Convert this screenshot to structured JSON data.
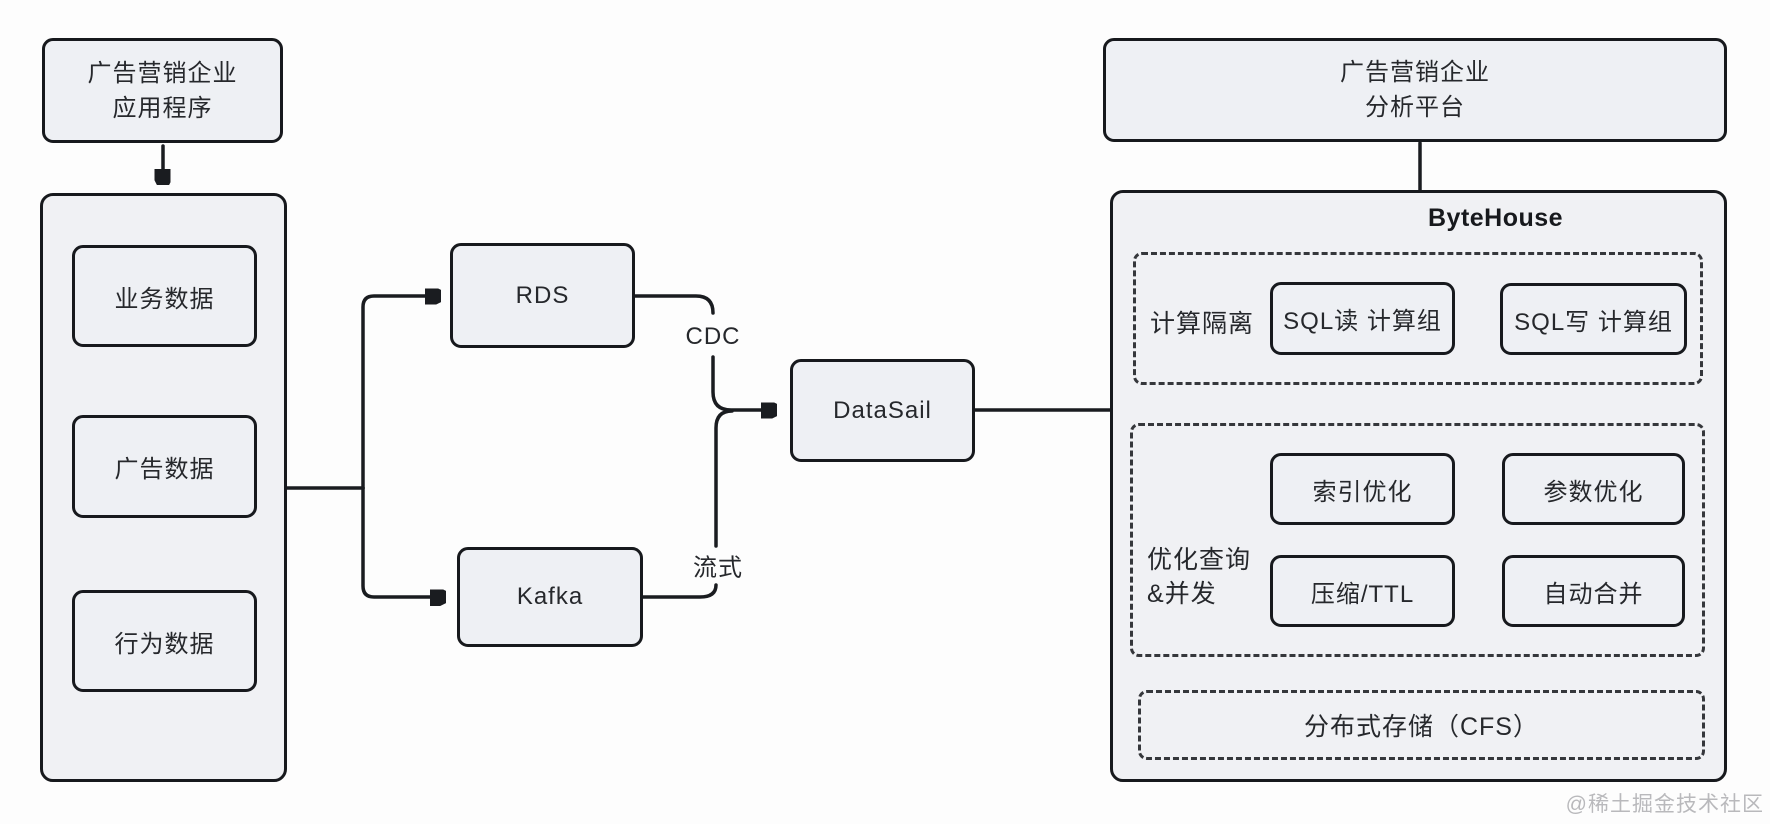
{
  "app_box": {
    "line1": "广告营销企业",
    "line2": "应用程序"
  },
  "data_sources": {
    "items": [
      "业务数据",
      "广告数据",
      "行为数据"
    ]
  },
  "pipeline": {
    "rds_label": "RDS",
    "kafka_label": "Kafka",
    "cdc_label": "CDC",
    "stream_label": "流式",
    "datasail_label": "DataSail"
  },
  "platform_box": {
    "line1": "广告营销企业",
    "line2": "分析平台"
  },
  "bytehouse": {
    "title": "ByteHouse",
    "compute_isolation": {
      "label": "计算隔离",
      "boxes": [
        "SQL读 计算组",
        "SQL写 计算组"
      ]
    },
    "optimization": {
      "label_line1": "优化查询",
      "label_line2": "&并发",
      "boxes": [
        "索引优化",
        "参数优化",
        "压缩/TTL",
        "自动合并"
      ]
    },
    "storage": {
      "label": "分布式存储（CFS）"
    }
  },
  "watermark": "@稀土掘金技术社区",
  "colors": {
    "line": "#1a1c20",
    "box_fill": "#eef0f4",
    "container_fill": "#f0f1f4",
    "border": "#17191d",
    "watermark_gray": "#b9b9bc",
    "background": "#fdfdfd"
  }
}
